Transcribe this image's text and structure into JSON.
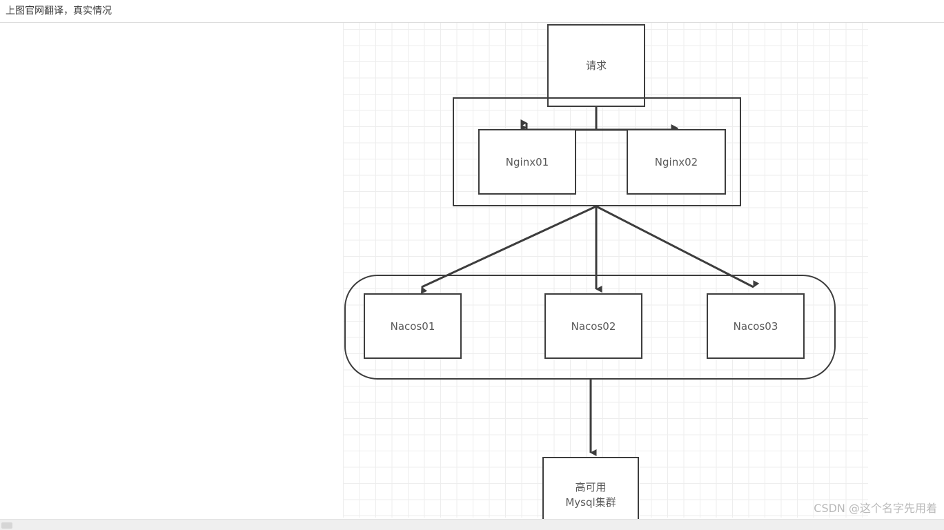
{
  "header": {
    "title": "上图官网翻译，真实情况"
  },
  "diagram": {
    "type": "flowchart",
    "background": "grid",
    "grid_color": "#ededed",
    "stroke_color": "#3d3d3d",
    "text_color": "#595959",
    "nodes": [
      {
        "id": "request",
        "label": "请求",
        "shape": "rect",
        "role": "entry"
      },
      {
        "id": "nginx-wrap",
        "label": "",
        "shape": "rect",
        "role": "group"
      },
      {
        "id": "nginx01",
        "label": "Nginx01",
        "shape": "rect",
        "role": "node"
      },
      {
        "id": "nginx02",
        "label": "Nginx02",
        "shape": "rect",
        "role": "node"
      },
      {
        "id": "nacos-wrap",
        "label": "",
        "shape": "rounded-rect",
        "role": "group"
      },
      {
        "id": "nacos01",
        "label": "Nacos01",
        "shape": "rect",
        "role": "node"
      },
      {
        "id": "nacos02",
        "label": "Nacos02",
        "shape": "rect",
        "role": "node"
      },
      {
        "id": "nacos03",
        "label": "Nacos03",
        "shape": "rect",
        "role": "node"
      },
      {
        "id": "mysql",
        "label": "高可用\nMysql集群",
        "shape": "rect",
        "role": "node"
      }
    ],
    "edges": [
      {
        "from": "request",
        "to": "nginx01",
        "arrow": true
      },
      {
        "from": "request",
        "to": "nginx02",
        "arrow": true
      },
      {
        "from": "nginx-wrap",
        "to": "nacos01",
        "arrow": true
      },
      {
        "from": "nginx-wrap",
        "to": "nacos02",
        "arrow": true
      },
      {
        "from": "nginx-wrap",
        "to": "nacos03",
        "arrow": true
      },
      {
        "from": "nacos-wrap",
        "to": "mysql",
        "arrow": true
      }
    ]
  },
  "watermark": {
    "text": "CSDN @这个名字先用着"
  }
}
